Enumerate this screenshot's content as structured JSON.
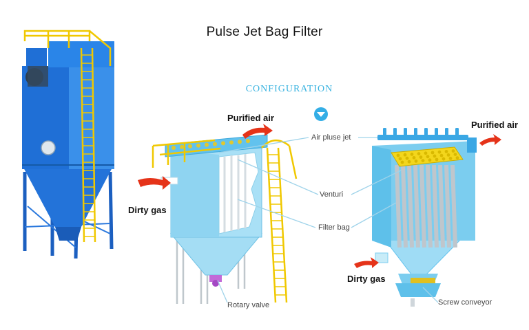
{
  "title": "Pulse Jet Bag Filter",
  "subtitle": "CONFIGURATION",
  "icons": {
    "dropdown": "chevron-down-circle-icon"
  },
  "colors": {
    "structure_blue": "#1f6fd6",
    "panel_light": "#9fdcf5",
    "railing_yellow": "#f2d400",
    "arrow_red": "#e53319",
    "accent_cyan": "#39b3e0"
  },
  "labels": {
    "purified_air_left": "Purified air",
    "dirty_gas_left": "Dirty gas",
    "air_pulse_jet": "Air pluse jet",
    "venturi": "Venturi",
    "filter_bag": "Filter bag",
    "rotary_valve": "Rotary valve",
    "purified_air_right": "Purified air",
    "dirty_gas_right": "Dirty gas",
    "screw_conveyor": "Screw conveyor"
  }
}
